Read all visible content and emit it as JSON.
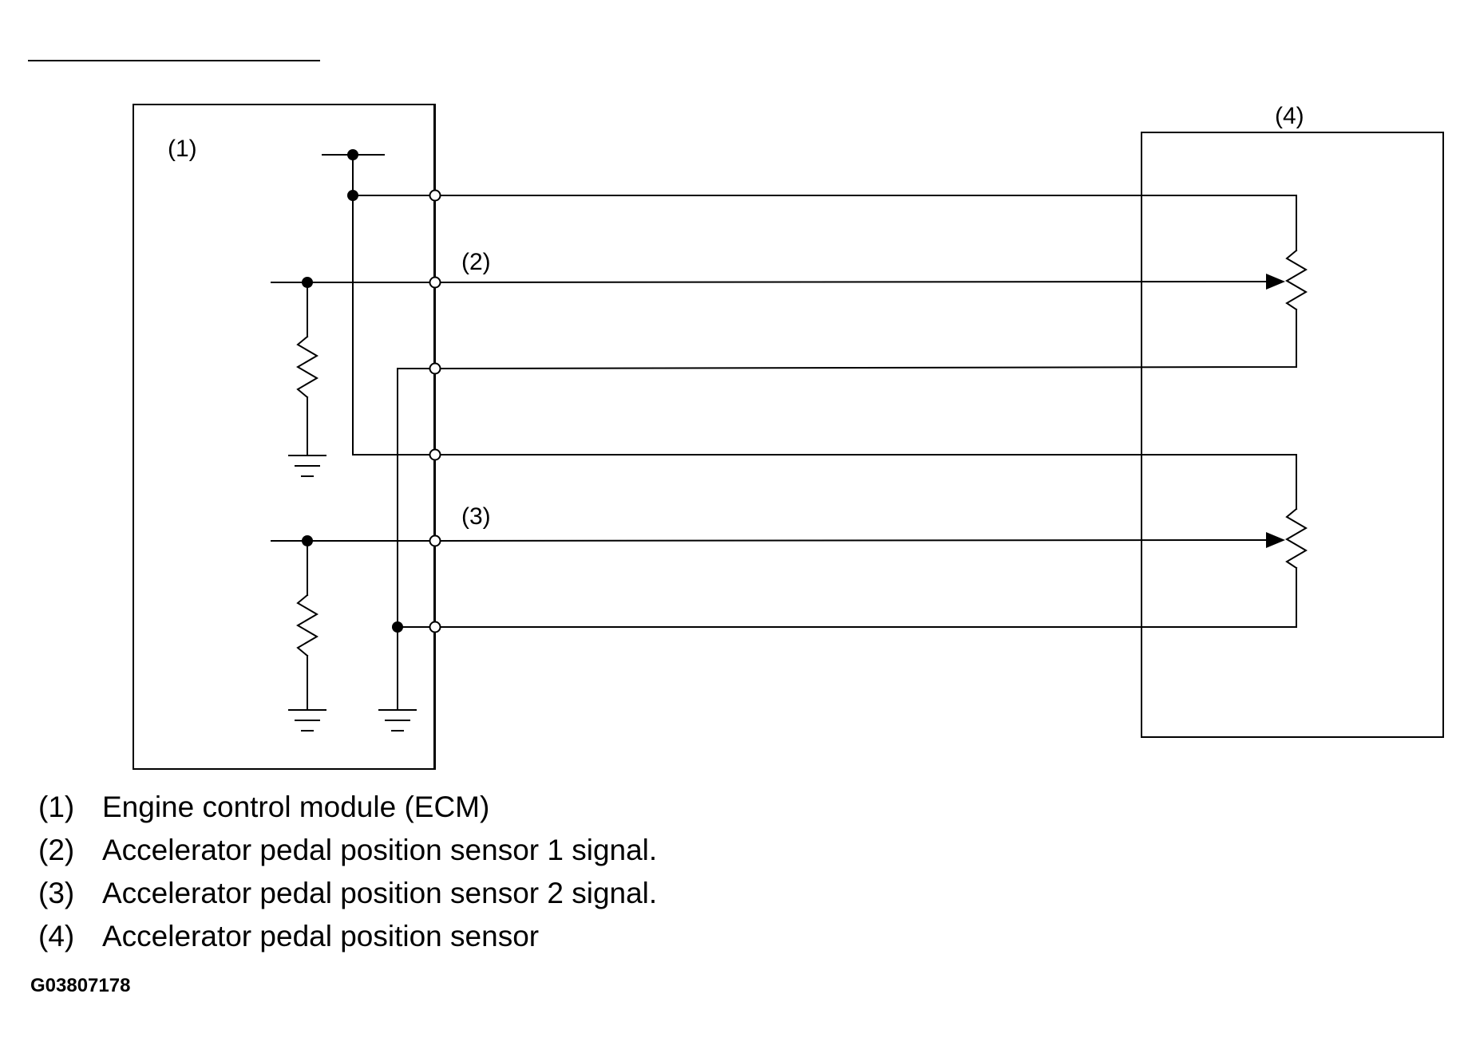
{
  "diagram": {
    "labels": {
      "ecm": "(1)",
      "signal1": "(2)",
      "signal2": "(3)",
      "sensor": "(4)"
    }
  },
  "legend": [
    {
      "num": "(1)",
      "text": "Engine control module (ECM)"
    },
    {
      "num": "(2)",
      "text": "Accelerator pedal position sensor 1 signal."
    },
    {
      "num": "(3)",
      "text": "Accelerator pedal position sensor 2 signal."
    },
    {
      "num": "(4)",
      "text": "Accelerator pedal position sensor"
    }
  ],
  "figure_id": "G03807178"
}
